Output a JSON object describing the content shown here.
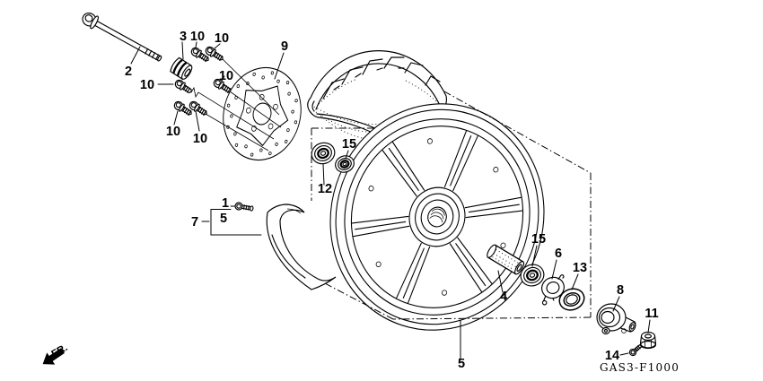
{
  "diagram": {
    "code": "GAS3-F1000",
    "direction_label": "FR.",
    "part_labels": [
      {
        "part": "front-axle-bolt",
        "num": "2"
      },
      {
        "part": "side-collar",
        "num": "3"
      },
      {
        "part": "disc-bolt-1",
        "num": "10"
      },
      {
        "part": "disc-bolt-2",
        "num": "10"
      },
      {
        "part": "disc-bolt-3",
        "num": "10"
      },
      {
        "part": "disc-bolt-4",
        "num": "10"
      },
      {
        "part": "disc-bolt-5",
        "num": "10"
      },
      {
        "part": "disc-bolt-6",
        "num": "10"
      },
      {
        "part": "brake-disc",
        "num": "9"
      },
      {
        "part": "wheel-bearing-upper",
        "num": "15"
      },
      {
        "part": "bearing-left",
        "num": "12"
      },
      {
        "part": "tire-valve",
        "num": "1"
      },
      {
        "part": "flap-group",
        "num": "5"
      },
      {
        "part": "tire-assembly",
        "num": "7"
      },
      {
        "part": "axle-collar",
        "num": "4"
      },
      {
        "part": "wheel-bearing-right",
        "num": "15"
      },
      {
        "part": "bearing-retainer",
        "num": "6"
      },
      {
        "part": "dust-seal",
        "num": "13"
      },
      {
        "part": "speedometer-gearbox",
        "num": "8"
      },
      {
        "part": "axle-nut",
        "num": "11"
      },
      {
        "part": "gearbox-screw",
        "num": "14"
      },
      {
        "part": "front-wheel-assembly",
        "num": "5"
      }
    ]
  }
}
